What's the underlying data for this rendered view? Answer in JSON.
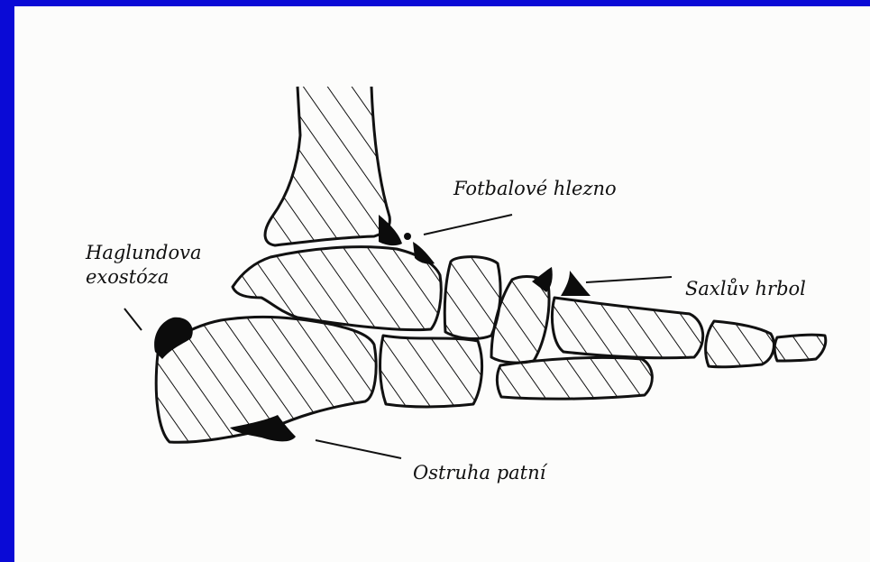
{
  "colors": {
    "frame": "#0a0ad6",
    "paper": "#fcfcfb",
    "ink": "#111111"
  },
  "labels": {
    "fotbalove_hlezno": "Fotbalové hlezno",
    "haglundova_line1": "Haglundova",
    "haglundova_line2": "exostóza",
    "saxluv_hrbol": "Saxlův hrbol",
    "ostruha_patni": "Ostruha patní"
  }
}
